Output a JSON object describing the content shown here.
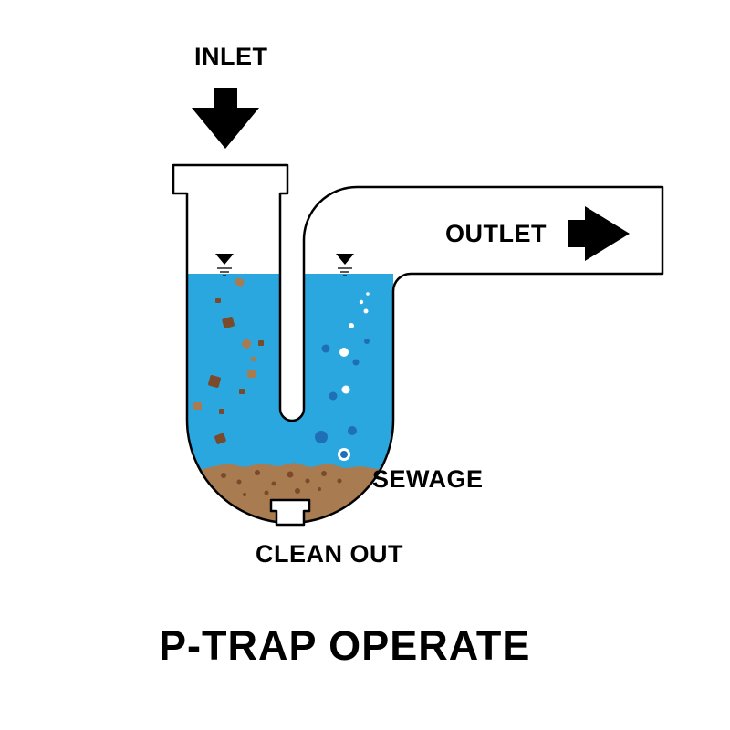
{
  "labels": {
    "inlet": "INLET",
    "outlet": "OUTLET",
    "sewage": "SEWAGE",
    "clean_out": "CLEAN OUT"
  },
  "title": "P-TRAP OPERATE",
  "colors": {
    "water": "#2aa7df",
    "sediment": "#a87b50",
    "debris": "#7a4a2b",
    "outline": "#000000",
    "bubble_dark": "#1f6fb8",
    "bubble_light": "#ffffff"
  },
  "icons": {
    "inlet_arrow": "arrow-down-icon",
    "outlet_arrow": "arrow-right-icon",
    "water_level": "water-level-icon"
  }
}
